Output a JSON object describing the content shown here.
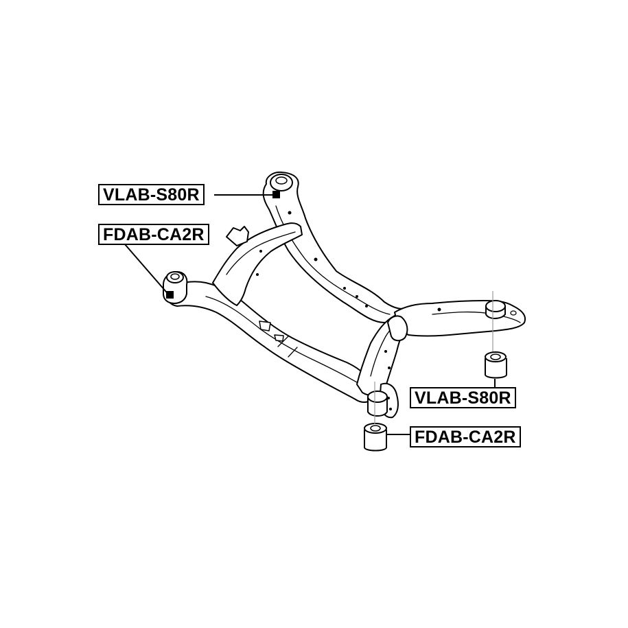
{
  "diagram": {
    "type": "exploded parts diagram",
    "subject": "rear subframe (crossmember) with mounting bushings",
    "colors": {
      "line": "#000000",
      "background": "#ffffff",
      "leader": "#000000",
      "axis": "#9a9a9a"
    },
    "labels": [
      {
        "id": "label-top-left",
        "text": "VLAB-S80R",
        "points_to": "rear-left subframe mount bushing"
      },
      {
        "id": "label-mid-left",
        "text": "FDAB-CA2R",
        "points_to": "front-left subframe mount bushing"
      },
      {
        "id": "label-right-upper",
        "text": "VLAB-S80R",
        "points_to": "rear-right bushing (exploded)"
      },
      {
        "id": "label-right-lower",
        "text": "FDAB-CA2R",
        "points_to": "front-right bushing (exploded)"
      }
    ]
  }
}
